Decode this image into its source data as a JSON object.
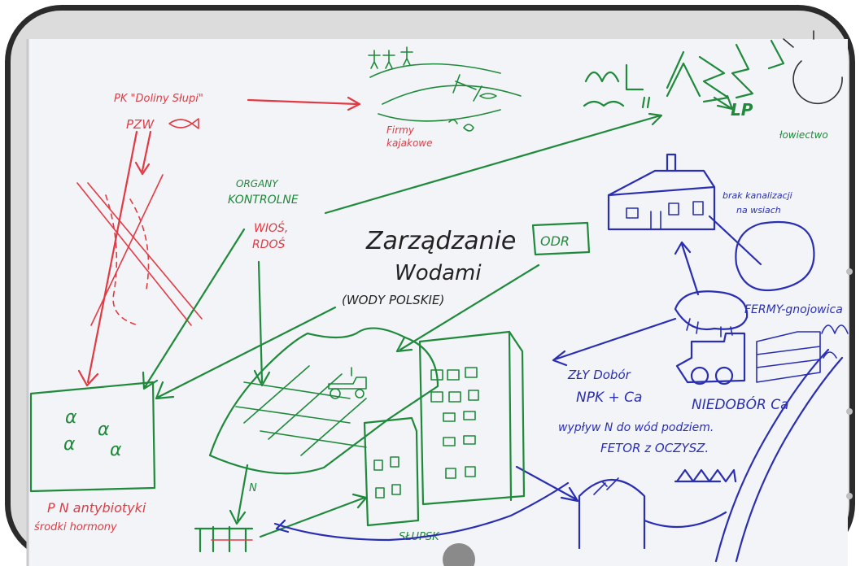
{
  "title": {
    "line1": "Zarządzanie",
    "line2": "Wodami",
    "line3": "(WODY POLSKIE)"
  },
  "labels": {
    "park": "PK \"Doliny Słupi\"",
    "pzw": "PZW",
    "kayaks_line1": "Firmy",
    "kayaks_line2": "kajakowe",
    "control_line1": "ORGANY",
    "control_line2": "KONTROLNE",
    "control_line3": "WIOŚ,",
    "control_line4": "RDOŚ",
    "odr": "ODR",
    "lp": "LP",
    "hunting": "łowiectwo",
    "sewer_line1": "brak kanalizacji",
    "sewer_line2": "na wsiach",
    "farms": "FERMY-gnojowica",
    "fertilizer_line1": "ZŁY Dobór",
    "fertilizer_line2": "NPK + Ca",
    "ca_deficit": "NIEDOBÓR Ca",
    "leaching": "wypływ N do wód podziem.",
    "odor": "FETOR z OCZYSZ.",
    "n_label": "N",
    "city": "SŁUPSK",
    "pn_line1": "P N antybiotyki",
    "pn_line2": "środki hormony"
  },
  "colors": {
    "red": "#e23a44",
    "green": "#1f8a3c",
    "blue": "#2a2fb2",
    "frame": "#2b2b2b",
    "paper": "#f3f4f7"
  },
  "icons": {
    "fish": "fish-icon",
    "sun": "sun-icon",
    "trees": "tree-icon",
    "house": "house-icon",
    "pig": "pig-icon",
    "truck": "truck-icon",
    "tractor": "tractor-icon",
    "building": "building-icon",
    "treatment_plant": "treatment-plant-icon",
    "people": "people-icon",
    "kayak": "kayak-icon"
  }
}
